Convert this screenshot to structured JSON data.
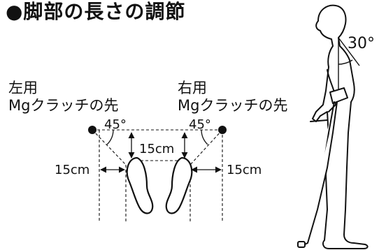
{
  "title": "●脚部の長さの調節",
  "left_tip": {
    "line1": "左用",
    "line2": "Mgクラッチの先"
  },
  "right_tip": {
    "line1": "右用",
    "line2": "Mgクラッチの先"
  },
  "angle_feet_left": "45°",
  "angle_feet_right": "45°",
  "dist_forward": "15cm",
  "dist_side_left": "15cm",
  "dist_side_right": "15cm",
  "angle_crutch": "30°"
}
